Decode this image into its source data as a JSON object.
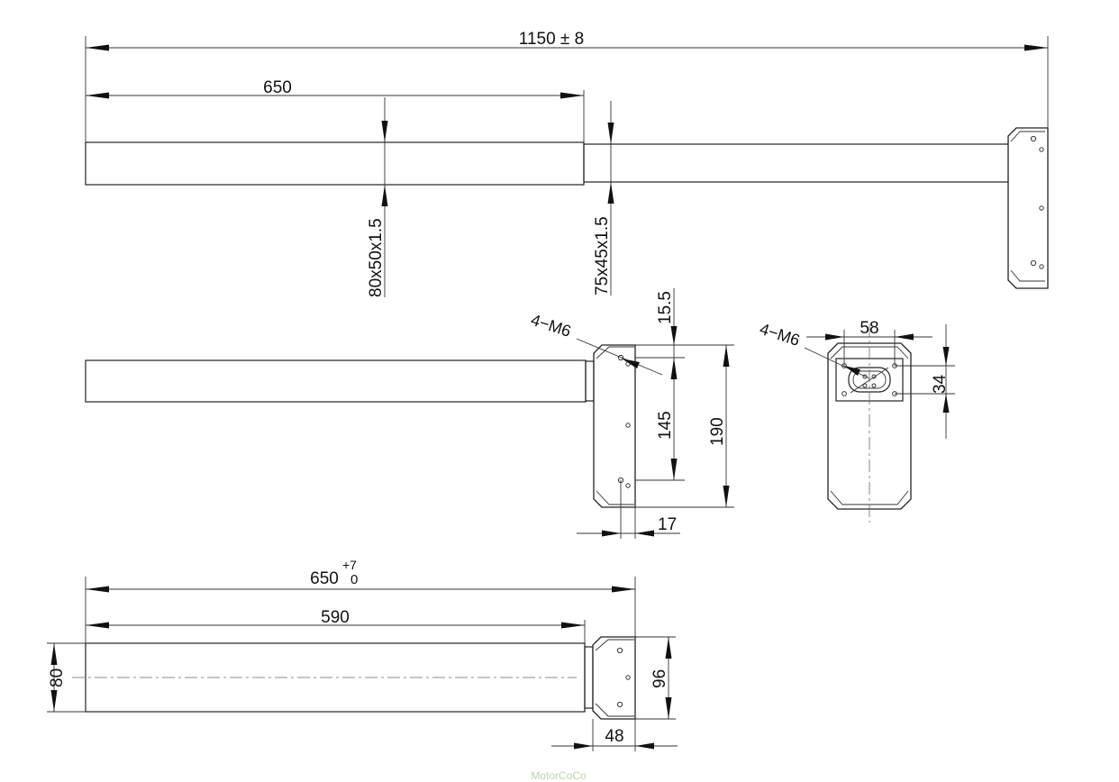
{
  "dimensions": {
    "overall_length": "1150 ± 8",
    "outer_tube_length": "650",
    "outer_tube_section": "80x50x1.5",
    "inner_tube_section": "75x45x1.5",
    "top_offset": "15.5",
    "hole_spacing": "145",
    "housing_height": "190",
    "housing_width": "17",
    "end_width": "58",
    "end_hole_spacing": "34",
    "retracted_length": "650",
    "tolerance_upper": "+7",
    "tolerance_lower": "0",
    "tube_length": "590",
    "tube_height": "80",
    "housing_depth": "96",
    "housing_length": "48"
  },
  "notes": {
    "side_thread": "4−M6",
    "end_thread": "4−M6"
  },
  "watermark": "MotorCoCo"
}
